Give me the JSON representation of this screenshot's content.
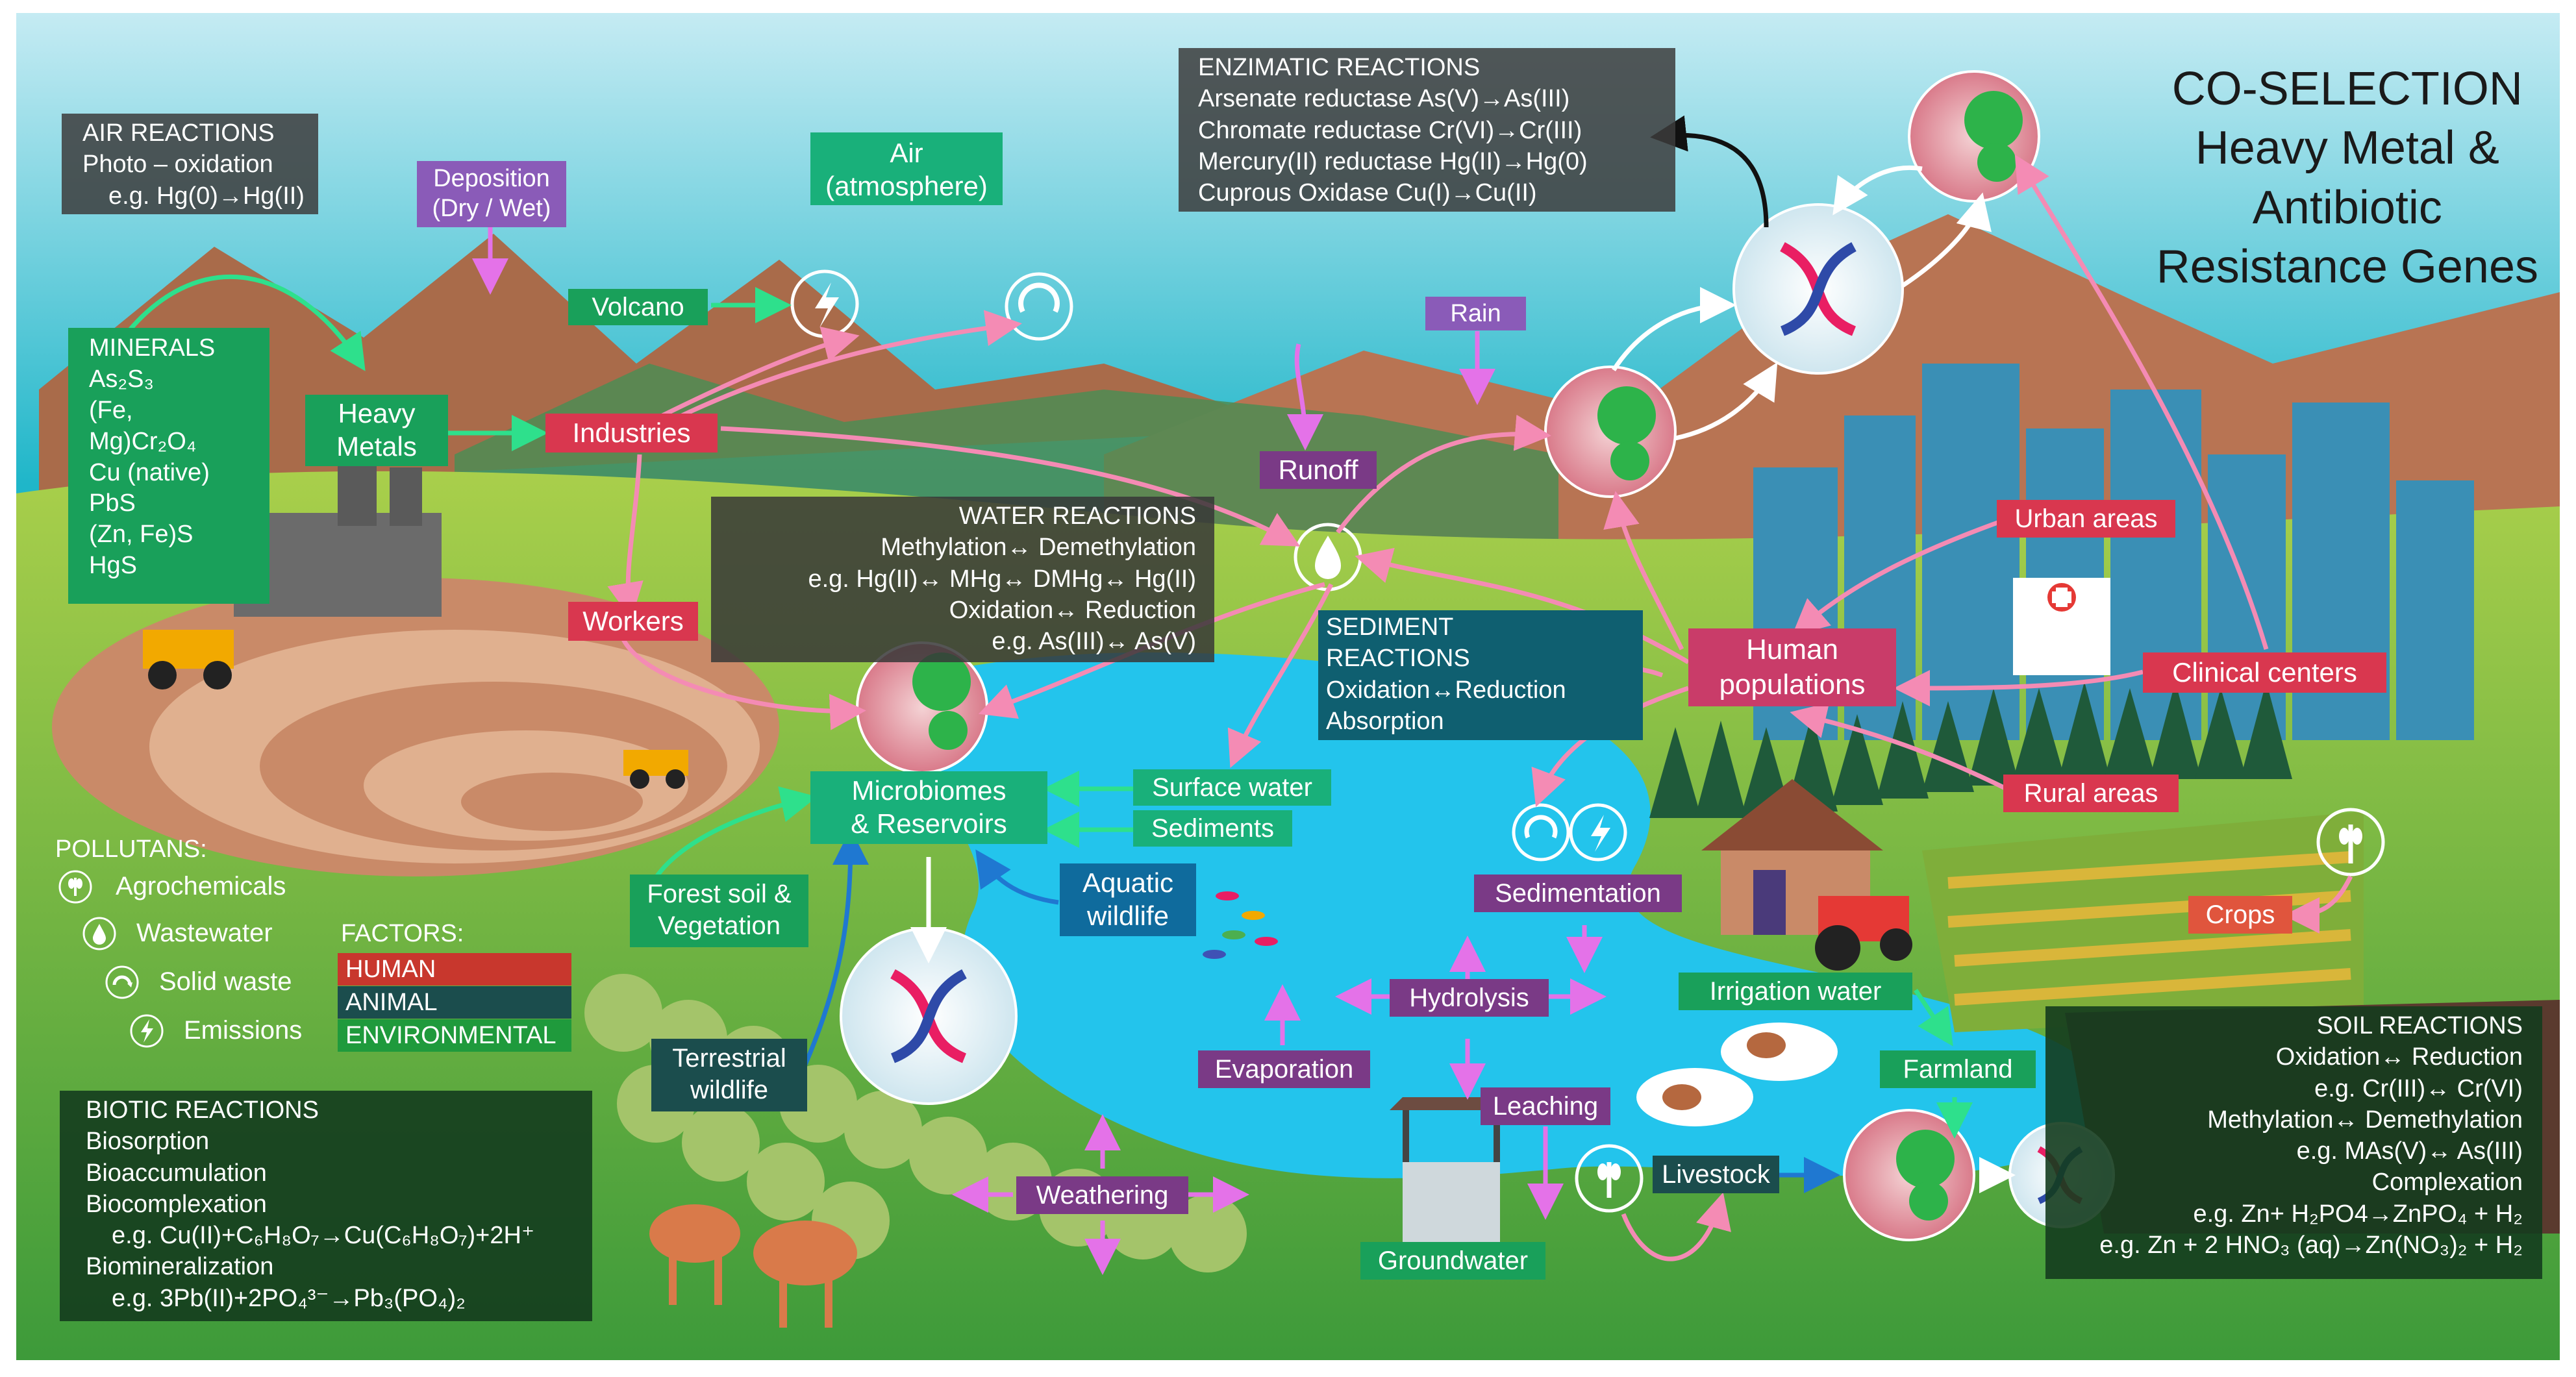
{
  "title": [
    "CO-SELECTION",
    "Heavy Metal &",
    "Antibiotic",
    "Resistance Genes"
  ],
  "boxes": {
    "air_reactions": [
      "AIR REACTIONS",
      "Photo – oxidation",
      "e.g. Hg(0)→Hg(II)"
    ],
    "enzymatic_reactions": [
      "ENZIMATIC REACTIONS",
      "Arsenate reductase As(V)→As(III)",
      "Chromate reductase Cr(VI)→Cr(III)",
      "Mercury(II) reductase Hg(II)→Hg(0)",
      "Cuprous Oxidase Cu(I)→Cu(II)"
    ],
    "minerals": [
      "MINERALS",
      "As₂S₃",
      "(Fe,",
      "Mg)Cr₂O₄",
      "Cu (native)",
      "PbS",
      "(Zn, Fe)S",
      "HgS"
    ],
    "water_reactions": [
      "WATER REACTIONS",
      "Methylation↔    Demethylation",
      "e.g. Hg(II)↔    MHg↔    DMHg↔    Hg(II)",
      "Oxidation↔    Reduction",
      "e.g. As(III)↔    As(V)"
    ],
    "sediment_reactions": [
      "SEDIMENT",
      "REACTIONS",
      "Oxidation↔Reduction",
      "Absorption"
    ],
    "biotic_reactions": [
      "BIOTIC REACTIONS",
      "Biosorption",
      "Bioaccumulation",
      "Biocomplexation",
      "e.g. Cu(II)+C₆H₈O₇→Cu(C₆H₈O₇)+2H⁺",
      "Biomineralization",
      "e.g. 3Pb(II)+2PO₄³⁻→Pb₃(PO₄)₂"
    ],
    "soil_reactions": [
      "SOIL REACTIONS",
      "Oxidation↔    Reduction",
      "e.g. Cr(III)↔    Cr(VI)",
      "Methylation↔    Demethylation",
      "e.g. MAs(V)↔    As(III)",
      "Complexation",
      "e.g. Zn+ H₂PO4→ZnPO₄ + H₂",
      "e.g. Zn + 2 HNO₃ (aq)→Zn(NO₃)₂ + H₂"
    ]
  },
  "labels": {
    "deposition": [
      "Deposition",
      "(Dry /  Wet)"
    ],
    "air": [
      "Air",
      "(atmosphere)"
    ],
    "volcano": "Volcano",
    "heavy_metals": [
      "Heavy",
      "Metals"
    ],
    "industries": "Industries",
    "workers": "Workers",
    "rain": "Rain",
    "runoff": "Runoff",
    "urban_areas": "Urban areas",
    "human_populations": [
      "Human",
      "populations"
    ],
    "clinical_centers": "Clinical centers",
    "rural_areas": "Rural areas",
    "surface_water": "Surface water",
    "sediments": "Sediments",
    "microbiomes": [
      "Microbiomes",
      "& Reservoirs"
    ],
    "aquatic_wildlife": [
      "Aquatic",
      "wildlife"
    ],
    "forest_soil": [
      "Forest soil &",
      "Vegetation"
    ],
    "terrestrial_wildlife": [
      "Terrestrial",
      "wildlife"
    ],
    "sedimentation": "Sedimentation",
    "hydrolysis": "Hydrolysis",
    "evaporation": "Evaporation",
    "leaching": "Leaching",
    "weathering": "Weathering",
    "groundwater": "Groundwater",
    "irrigation_water": "Irrigation water",
    "farmland": "Farmland",
    "livestock": "Livestock",
    "crops": "Crops"
  },
  "pollutants": {
    "heading": "POLLUTANS:",
    "items": [
      {
        "label": "Agrochemicals",
        "icon": "wheat-icon"
      },
      {
        "label": "Wastewater",
        "icon": "water-drop-icon"
      },
      {
        "label": "Solid waste",
        "icon": "recycle-icon"
      },
      {
        "label": "Emissions",
        "icon": "lightning-icon"
      }
    ]
  },
  "factors": {
    "heading": "FACTORS:",
    "items": [
      {
        "label": "HUMAN",
        "color": "#c8372d"
      },
      {
        "label": "ANIMAL",
        "color": "#1b4d4d"
      },
      {
        "label": "ENVIRONMENTAL",
        "color": "#1f9a3c"
      }
    ]
  },
  "colors": {
    "human_factor": "#d9374f",
    "animal_factor": "#0f6b7d",
    "environmental_factor": "#19a05a",
    "process": "#7a3a86",
    "reaction_box": "#3a3a3a",
    "arrow_pink": "#f48bb4",
    "arrow_green": "#2ee08c",
    "arrow_violet": "#e472e8",
    "arrow_blue": "#1f78d1",
    "water": "#24c7ee",
    "sky_top": "#bfe7f2",
    "ground": "#8bc34a"
  }
}
